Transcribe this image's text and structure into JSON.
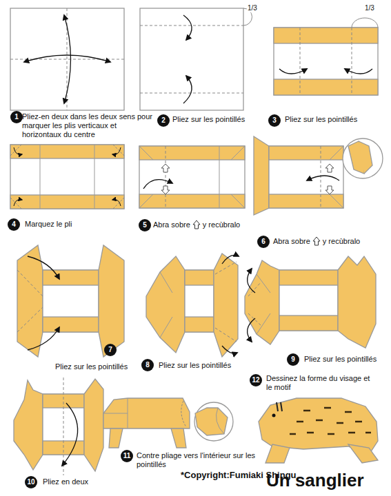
{
  "diagram": {
    "title": "Un sanglier",
    "labels": [
      "1",
      "Pliez-en deux dans les deux sens pour marquer les plis verticaux et horizontaux du centre",
      "2",
      "Pliez sur les pointillés",
      "1/3",
      "3",
      "Pliez sur les pointillés",
      "1/3",
      "4",
      "Marquez le pli",
      "5",
      "Abra sobre",
      "y recùbralo",
      "6",
      "Abra sobre",
      "y recùbralo",
      "7",
      "Pliez sur les pointillés",
      "8",
      "Pliez sur les pointillés",
      "9",
      "Pliez sur les pointillés",
      "10",
      "Pliez en deux",
      "11",
      "Contre pliage vers l'intérieur sur les pointillés",
      "12",
      "Dessinez la forme du visage et le motif",
      "*Copyright:Fumiaki Shingu"
    ]
  }
}
